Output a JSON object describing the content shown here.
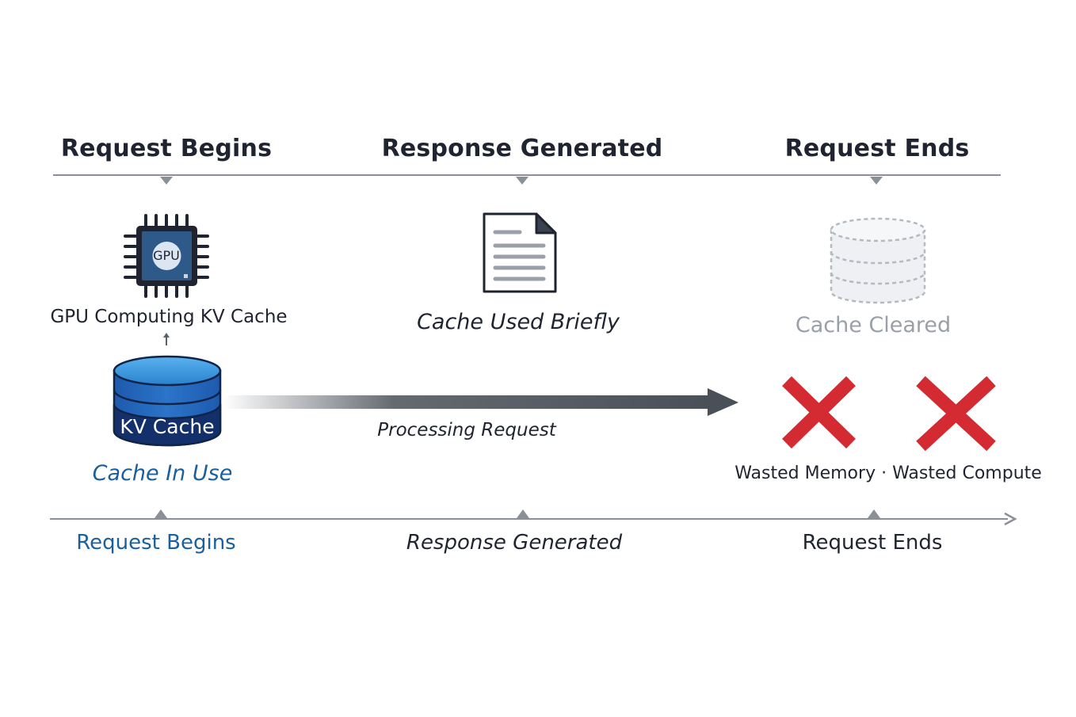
{
  "top_phases": {
    "begins": "Request Begins",
    "generated": "Response Generated",
    "ends": "Request Ends"
  },
  "icons": {
    "gpu_chip_text": "GPU",
    "gpu_label": "GPU Computing KV Cache",
    "document_label": "Cache Used Briefly",
    "cleared_label": "Cache Cleared",
    "kv_cache_text": "KV Cache",
    "in_use_label": "Cache In Use"
  },
  "flow": {
    "processing_label": "Processing Request"
  },
  "waste": {
    "label": "Wasted Memory · Wasted Compute"
  },
  "bottom_timeline": {
    "begins": "Request Begins",
    "generated": "Response Generated",
    "ends": "Request Ends"
  },
  "colors": {
    "dark_text": "#1f2430",
    "accent_blue": "#1a5f9e",
    "muted_gray": "#9aa0a8",
    "timeline": "#8a8f98",
    "cross_red": "#d42a32",
    "cache_blue_light": "#2f86d3",
    "cache_blue_dark": "#14306a",
    "arrow_dark": "#4a5058"
  }
}
